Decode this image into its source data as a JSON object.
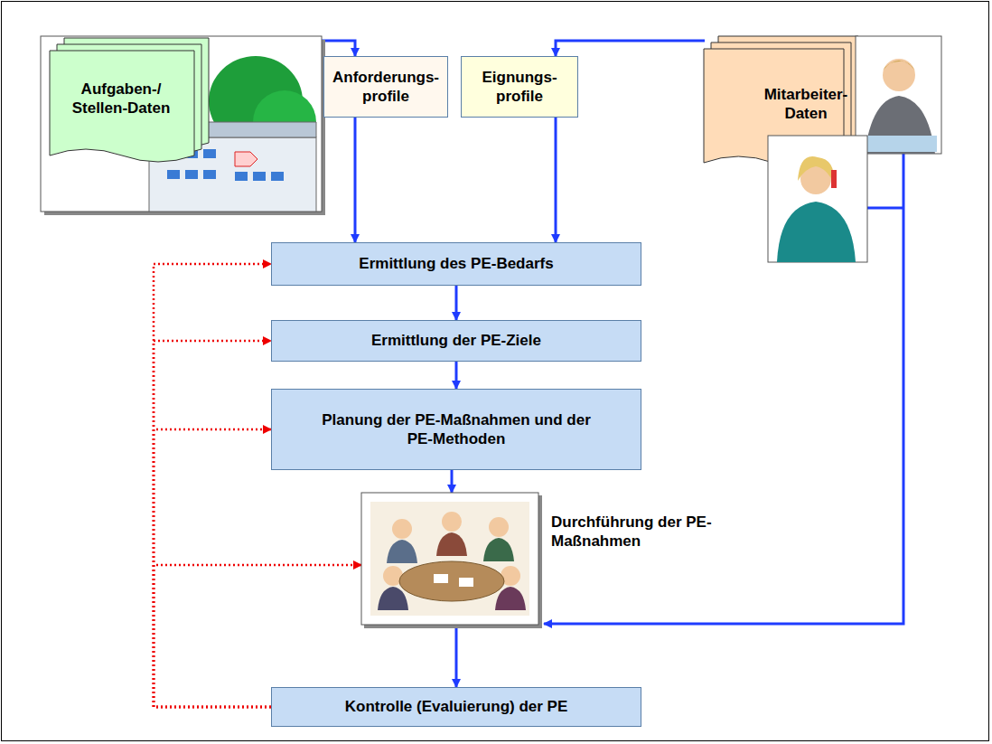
{
  "diagram": {
    "nodes": [
      {
        "text": [
          "Aufgaben-/ Stellen-Daten"
        ]
      },
      {
        "text": [
          "Anforderungs- profile"
        ]
      },
      {
        "text": [
          "Eignungs- profile"
        ]
      },
      {
        "text": [
          "Mitarbeiter- Daten"
        ]
      },
      {
        "text": [
          "Ermittlung des PE-Bedarfs"
        ]
      },
      {
        "text": [
          "Ermittlung der PE-Ziele"
        ]
      },
      {
        "text": [
          "Planung der PE-Maßnahmen und der PE-Methoden"
        ]
      },
      {
        "text": [
          "Durchführung der PE-Maßnahmen"
        ]
      },
      {
        "text": [
          "Kontrolle (Evaluierung) der PE"
        ]
      }
    ],
    "edges": [
      {
        "from": 0,
        "to": 1,
        "arrow": "to"
      },
      {
        "from": 3,
        "to": 2,
        "arrow": "to"
      },
      {
        "from": 1,
        "to": 4,
        "arrow": "to"
      },
      {
        "from": 2,
        "to": 4,
        "arrow": "to"
      },
      {
        "from": 4,
        "to": 5,
        "arrow": "to"
      },
      {
        "from": 5,
        "to": 6,
        "arrow": "to"
      },
      {
        "from": 6,
        "to": 7,
        "arrow": "to"
      },
      {
        "from": 7,
        "to": 8,
        "arrow": "to"
      },
      {
        "from": 3,
        "to": 7,
        "arrow": "to"
      },
      {
        "from": 8,
        "to": 4,
        "arrow": "to"
      },
      {
        "from": 8,
        "to": 5,
        "arrow": "to"
      },
      {
        "from": 8,
        "to": 6,
        "arrow": "to"
      },
      {
        "from": 8,
        "to": 7,
        "arrow": "to"
      }
    ]
  }
}
